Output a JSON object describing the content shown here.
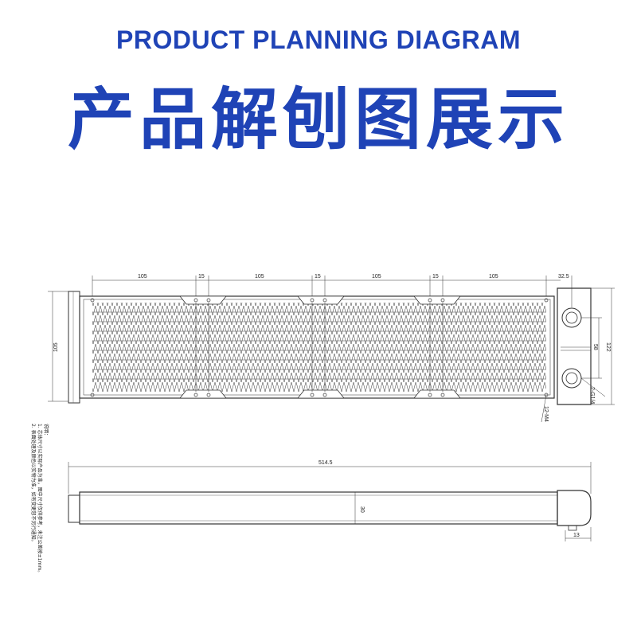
{
  "title_en": "PRODUCT PLANNING DIAGRAM",
  "title_cn": "产品解刨图展示",
  "dims": {
    "seg_a": "105",
    "gap_a": "15",
    "seg_b": "105",
    "gap_b": "15",
    "seg_c": "105",
    "gap_c": "15",
    "seg_d": "105",
    "end_width": "32.5",
    "height": "105",
    "port_pitch": "58",
    "end_height": "122",
    "thread": "2-G1/4",
    "mount": "12-M4",
    "length": "514.5",
    "thickness": "30",
    "end_depth": "13"
  },
  "notes": {
    "heading": "说明：",
    "line1": "1. 芯体尺寸以实际产品为准，图中尺寸仅供参考，未注公差按±1mm。",
    "line2": "2. 表面处理及颜色以实物为准，如有变更恕不另行通知。"
  }
}
